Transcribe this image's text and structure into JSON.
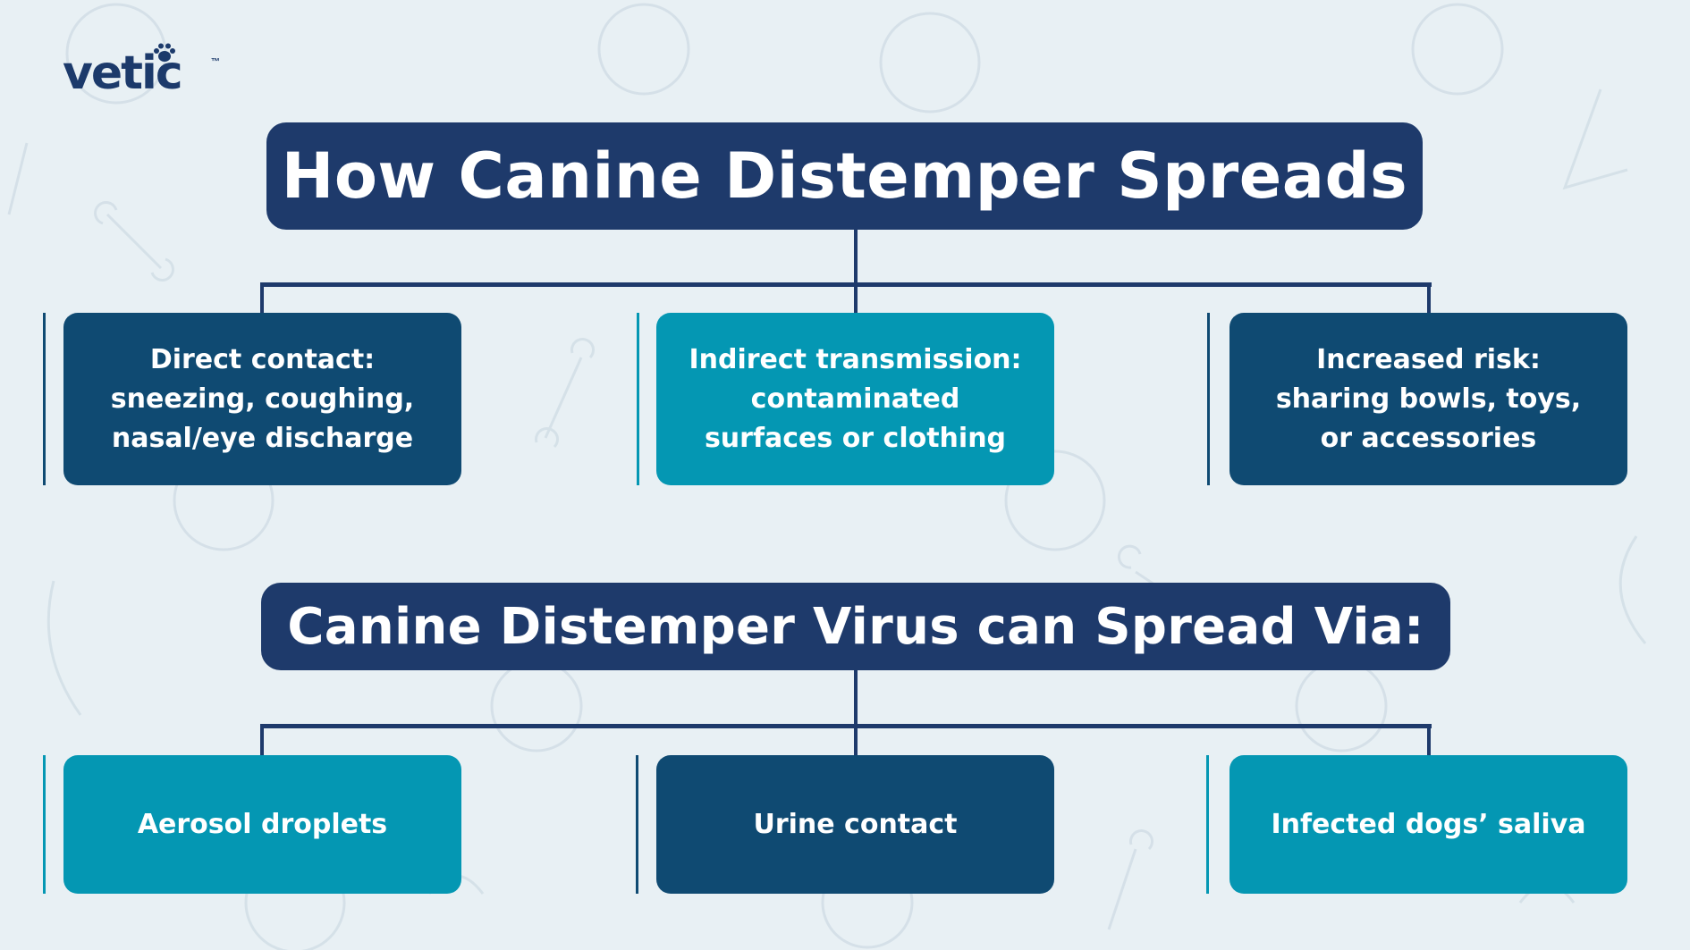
{
  "brand": {
    "logo_text": "vetic",
    "trademark": "™",
    "icon": "paw-icon"
  },
  "colors": {
    "background": "#e8f0f4",
    "title_navy": "#1e3a6b",
    "box_navy": "#0f4a72",
    "box_teal": "#0497b3",
    "text": "#ffffff"
  },
  "section1": {
    "title": "How Canine Distemper Spreads",
    "boxes": [
      {
        "text": "Direct contact:\nsneezing, coughing,\nnasal/eye discharge",
        "color": "navy"
      },
      {
        "text": "Indirect transmission:\ncontaminated\nsurfaces or clothing",
        "color": "teal"
      },
      {
        "text": "Increased risk:\nsharing bowls, toys,\nor accessories",
        "color": "navy"
      }
    ]
  },
  "section2": {
    "title": "Canine Distemper Virus can Spread Via:",
    "boxes": [
      {
        "text": "Aerosol droplets",
        "color": "teal"
      },
      {
        "text": "Urine contact",
        "color": "navy"
      },
      {
        "text": "Infected dogs’ saliva",
        "color": "teal"
      }
    ]
  }
}
